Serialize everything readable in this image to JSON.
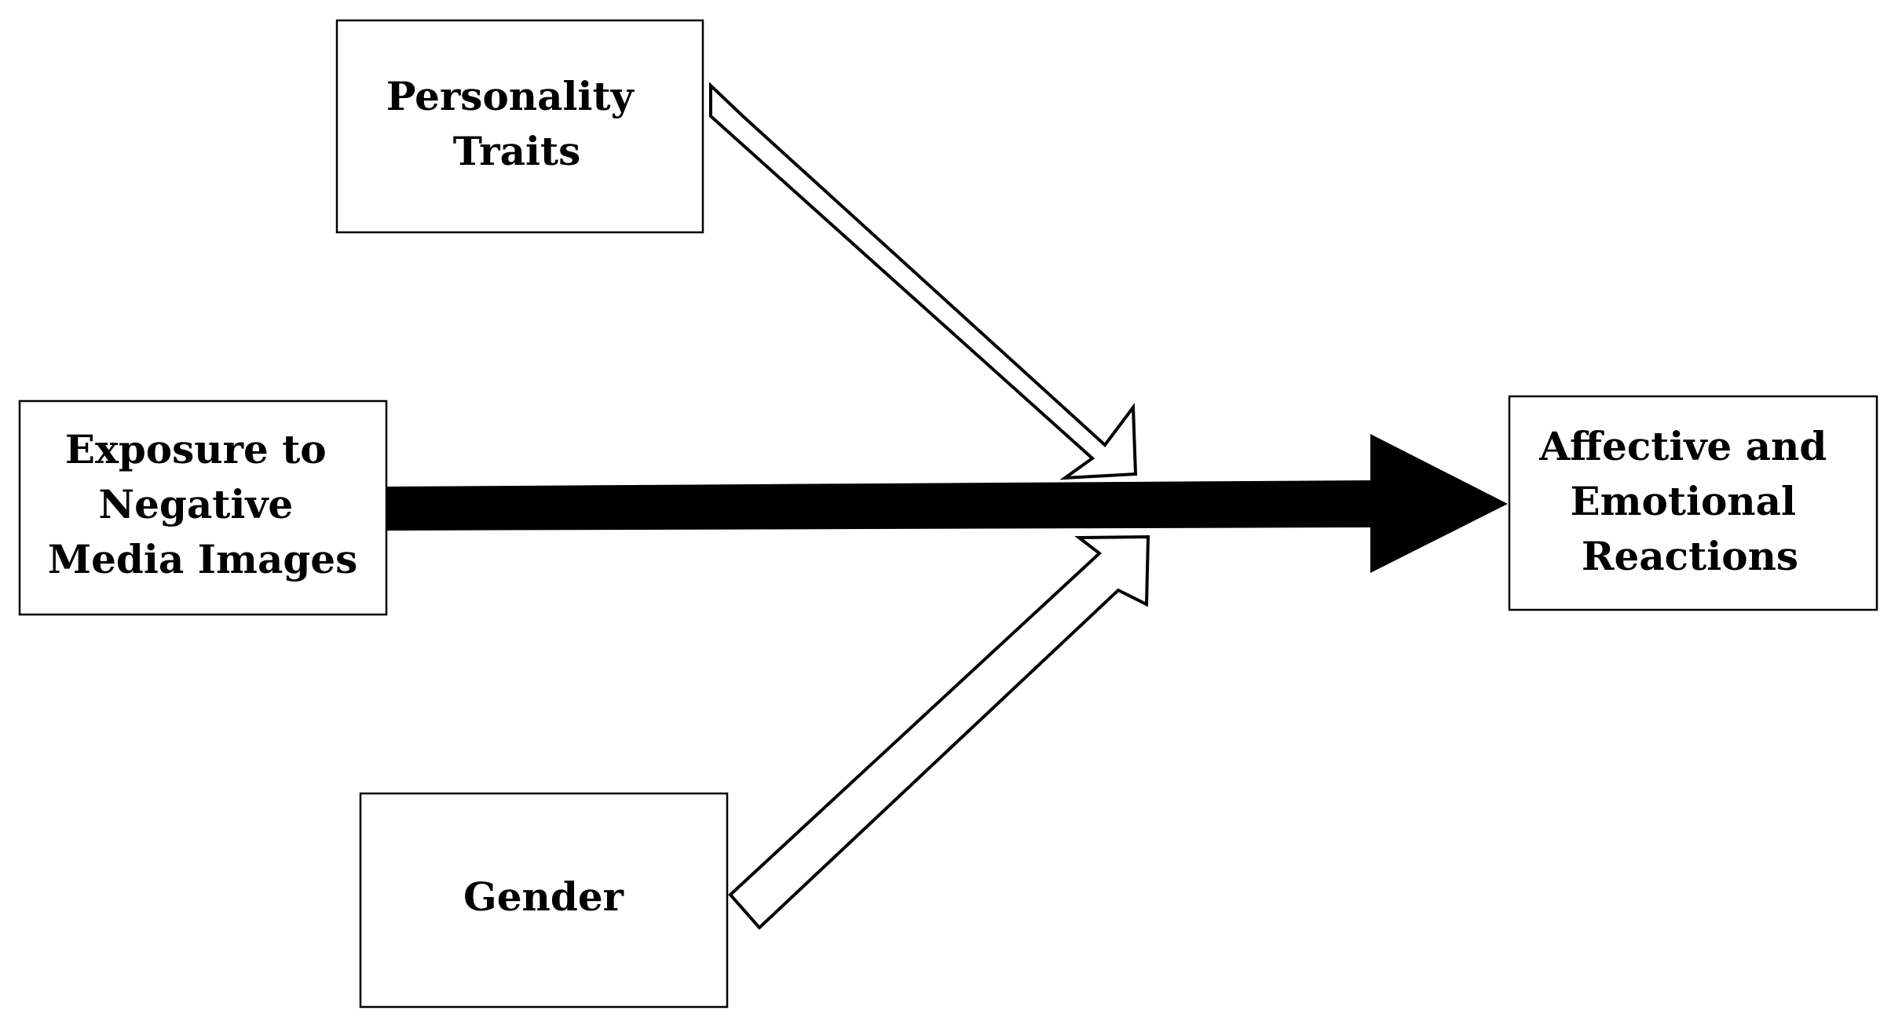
{
  "nodes": {
    "personality": {
      "lines": [
        "Personality",
        "Traits"
      ]
    },
    "exposure": {
      "lines": [
        "Exposure to",
        "Negative",
        "Media Images"
      ]
    },
    "gender": {
      "lines": [
        "Gender"
      ]
    },
    "outcome": {
      "lines": [
        "Affective and",
        "Emotional",
        "Reactions"
      ]
    }
  },
  "edges": [
    {
      "from": "exposure",
      "to": "outcome",
      "style": "solid"
    },
    {
      "from": "personality",
      "to": "main-path",
      "style": "hollow"
    },
    {
      "from": "gender",
      "to": "main-path",
      "style": "hollow"
    }
  ],
  "colors": {
    "stroke": "#000000",
    "fill": "#ffffff",
    "main_arrow": "#000000"
  }
}
